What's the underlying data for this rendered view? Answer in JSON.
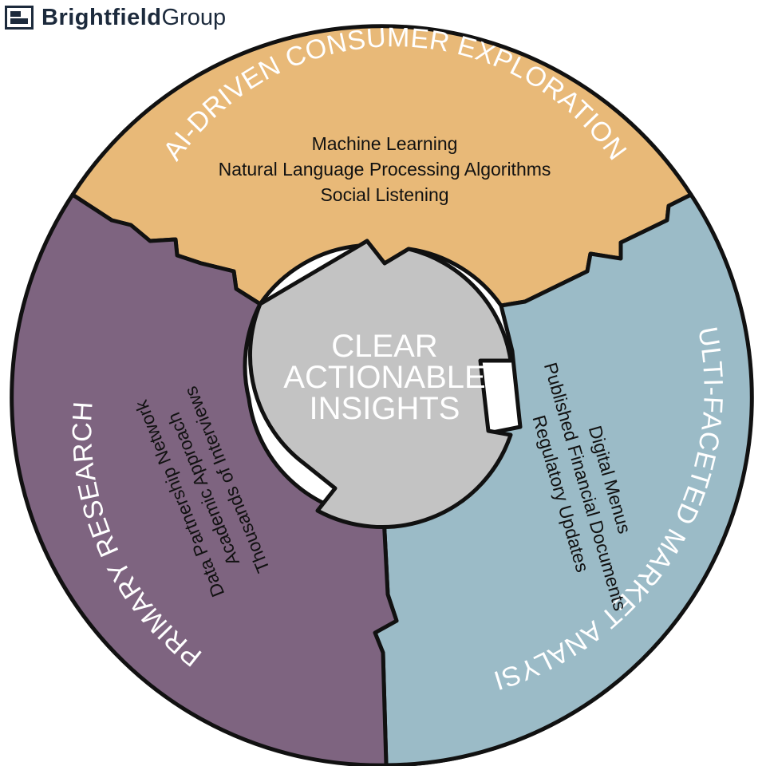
{
  "logo": {
    "bold": "Brightfield",
    "light": "Group"
  },
  "colors": {
    "top": "#e8b978",
    "right": "#9bbbc7",
    "left": "#7e6480",
    "center": "#c3c3c3",
    "outline": "#111111"
  },
  "center": {
    "lines": [
      "CLEAR",
      "ACTIONABLE",
      "INSIGHTS"
    ]
  },
  "segments": {
    "top": {
      "title": "AI-DRIVEN CONSUMER EXPLORATION",
      "items": [
        "Machine Learning",
        "Natural Language Processing Algorithms",
        "Social Listening"
      ]
    },
    "right": {
      "title": "MULTI-FACETED MARKET ANALYSIS",
      "items": [
        "Digital Menus",
        "Published Financial Documents",
        "Regulatory Updates"
      ]
    },
    "left": {
      "title": "PRIMARY RESEARCH",
      "items": [
        "Data Partnership Network",
        "Academic Approach",
        "Thousands of Interviews"
      ]
    }
  }
}
